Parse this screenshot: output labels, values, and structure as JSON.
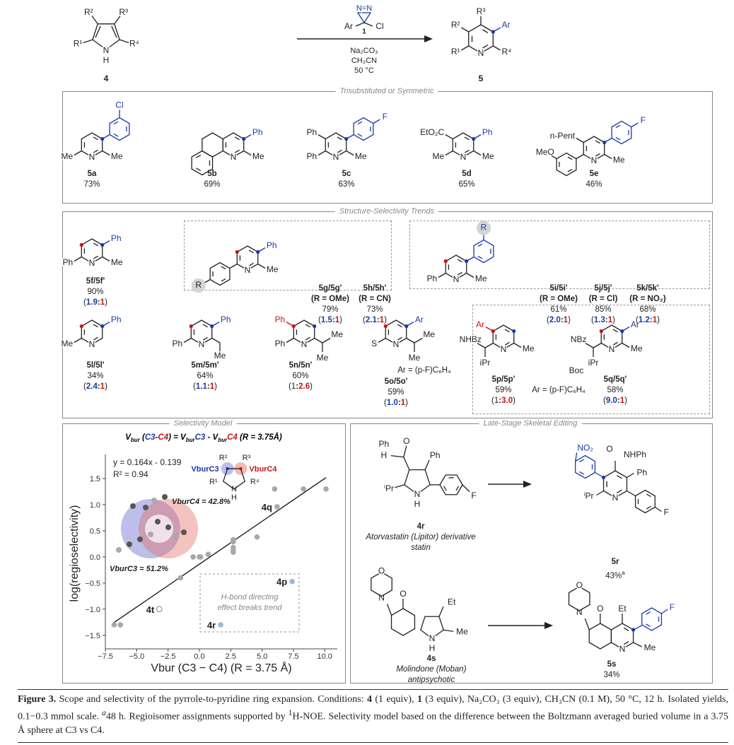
{
  "scheme": {
    "reactant": {
      "id": "4",
      "labels": {
        "R1": "R¹",
        "R2": "R²",
        "R3": "R³",
        "R4": "R⁴",
        "N": "N",
        "H": "H"
      }
    },
    "reagent": {
      "id": "1",
      "ar": "Ar",
      "cl": "Cl",
      "nn": "N=N"
    },
    "conditions": [
      "Na₂CO₃",
      "CH₃CN",
      "50 °C"
    ],
    "product": {
      "id": "5",
      "labels": {
        "R1": "R¹",
        "R2": "R²",
        "R3": "R³",
        "R4": "R⁴",
        "Ar": "Ar",
        "N": "N"
      }
    }
  },
  "sections": {
    "box1": "Trisubstituted or Symmetric",
    "box2": "Structure-Selectivity Trends",
    "box3": "Selectivity Model",
    "box4": "Late-Stage Skeletal Editing"
  },
  "compounds": {
    "c5a": {
      "id": "5a",
      "yield": "73%",
      "subs": [
        {
          "at": 1,
          "aryl": {
            "pos": "meta",
            "label": "Cl"
          },
          "color": "blue"
        },
        {
          "at": 2,
          "label": "Me"
        },
        {
          "at": 4,
          "label": "Me"
        }
      ],
      "dots": [
        {
          "at": 1,
          "color": "blue"
        }
      ]
    },
    "c5b": {
      "id": "5b",
      "yield": "69%",
      "subs": [
        {
          "at": 1,
          "label": "Ph",
          "color": "blue"
        },
        {
          "at": 2,
          "label": "Me"
        }
      ],
      "dots": [
        {
          "at": 1,
          "color": "blue"
        }
      ]
    },
    "c5c": {
      "id": "5c",
      "yield": "63%",
      "subs": [
        {
          "at": 1,
          "aryl": {
            "pos": "para",
            "label": "F"
          },
          "color": "blue"
        },
        {
          "at": 2,
          "label": "Me"
        },
        {
          "at": 4,
          "label": "Ph"
        },
        {
          "at": 5,
          "label": "Ph"
        }
      ],
      "dots": [
        {
          "at": 1,
          "color": "blue"
        }
      ]
    },
    "c5d": {
      "id": "5d",
      "yield": "65%",
      "subs": [
        {
          "at": 1,
          "label": "Ph",
          "color": "blue"
        },
        {
          "at": 2,
          "label": "Me"
        },
        {
          "at": 4,
          "label": "Me"
        },
        {
          "at": 5,
          "label": "EtO₂C"
        }
      ],
      "dots": [
        {
          "at": 1,
          "color": "blue"
        }
      ]
    },
    "c5e": {
      "id": "5e",
      "yield": "46%",
      "subs": [
        {
          "at": 1,
          "aryl": {
            "pos": "para",
            "label": "F"
          },
          "color": "blue"
        },
        {
          "at": 2,
          "label": "Me"
        },
        {
          "at": 4,
          "aryl": {
            "pos": "meta2",
            "label": "MeO"
          }
        },
        {
          "at": 5,
          "label": "n-Pent"
        }
      ],
      "dots": [
        {
          "at": 1,
          "color": "blue"
        }
      ]
    },
    "c5f": {
      "id": "5f/5f'",
      "yield": "90%",
      "ratio": [
        "1.9",
        "1"
      ],
      "subs": [
        {
          "at": 1,
          "label": "Ph",
          "color": "blue"
        },
        {
          "at": 2,
          "label": "Me"
        },
        {
          "at": 4,
          "label": "Ph"
        }
      ],
      "dots": [
        {
          "at": 1,
          "color": "blue"
        },
        {
          "at": 5,
          "color": "red"
        }
      ]
    },
    "c5g": {
      "id": "5g/5g'",
      "r": "(R = OMe)",
      "yield": "79%",
      "ratio": [
        "1.5",
        "1"
      ],
      "subs": [
        {
          "at": 1,
          "label": "Ph",
          "color": "blue"
        },
        {
          "at": 2,
          "label": "Me"
        },
        {
          "at": 4,
          "aryl": {
            "pos": "para",
            "label": "R",
            "circle": true
          }
        }
      ],
      "dots": [
        {
          "at": 1,
          "color": "blue"
        },
        {
          "at": 5,
          "color": "red"
        }
      ]
    },
    "c5h": {
      "id": "5h/5h'",
      "r": "(R = CN)",
      "yield": "73%",
      "ratio": [
        "2.1",
        "1"
      ]
    },
    "c5i": {
      "id": "5i/5i'",
      "r": "(R = OMe)",
      "yield": "61%",
      "ratio": [
        "2.0",
        "1"
      ],
      "subs": [
        {
          "at": 1,
          "aryl": {
            "pos": "meta",
            "label": "R",
            "circle": true
          },
          "color": "blue"
        },
        {
          "at": 2,
          "label": "Me"
        },
        {
          "at": 4,
          "label": "Ph"
        }
      ],
      "dots": [
        {
          "at": 1,
          "color": "blue"
        },
        {
          "at": 5,
          "color": "red"
        }
      ]
    },
    "c5j": {
      "id": "5j/5j'",
      "r": "(R = Cl)",
      "yield": "85%",
      "ratio": [
        "1.3",
        "1"
      ]
    },
    "c5k": {
      "id": "5k/5k'",
      "r": "(R = NO₂)",
      "yield": "68%",
      "ratio": [
        "1.2",
        "1"
      ]
    },
    "c5l": {
      "id": "5l/5l'",
      "yield": "34%",
      "ratio": [
        "2.4",
        "1"
      ],
      "subs": [
        {
          "at": 1,
          "label": "Ph",
          "color": "blue"
        },
        {
          "at": 4,
          "label": "Me"
        }
      ],
      "dots": [
        {
          "at": 1,
          "color": "blue"
        },
        {
          "at": 5,
          "color": "red"
        }
      ]
    },
    "c5m": {
      "id": "5m/5m'",
      "yield": "64%",
      "ratio": [
        "1.1",
        "1"
      ],
      "subs": [
        {
          "at": 1,
          "label": "Ph",
          "color": "blue"
        },
        {
          "at": 2,
          "branch": [
            "Me"
          ]
        },
        {
          "at": 4,
          "label": "Ph"
        }
      ],
      "dots": [
        {
          "at": 1,
          "color": "blue"
        },
        {
          "at": 5,
          "color": "red"
        }
      ]
    },
    "c5n": {
      "id": "5n/5n'",
      "yield": "60%",
      "ratio": [
        "1",
        "2.6"
      ],
      "ratio_left_plain": true,
      "subs": [
        {
          "at": 5,
          "label": "Ph",
          "color": "red"
        },
        {
          "at": 2,
          "branch": [
            "Me",
            "Me"
          ]
        },
        {
          "at": 4,
          "label": "Ph"
        }
      ],
      "dots": [
        {
          "at": 1,
          "color": "blue"
        },
        {
          "at": 5,
          "color": "red"
        }
      ]
    },
    "c5o": {
      "id": "5o/5o'",
      "yield": "59%",
      "ratio": [
        "1.0",
        "1"
      ],
      "ar_def": "Ar = (p-F)C₆H₄",
      "subs": [
        {
          "at": 1,
          "label": "Ar",
          "color": "blue"
        },
        {
          "at": 2,
          "branch": [
            "Me",
            "Me"
          ]
        },
        {
          "at": 4,
          "label": "S"
        }
      ],
      "dots": [
        {
          "at": 1,
          "color": "blue"
        },
        {
          "at": 5,
          "color": "red"
        }
      ]
    },
    "c5p": {
      "id": "5p/5p'",
      "yield": "59%",
      "ratio": [
        "1",
        "3.0"
      ],
      "ratio_left_plain": true,
      "subs": [
        {
          "at": 5,
          "label": "Ar",
          "color": "red"
        },
        {
          "at": 2,
          "label": "Me"
        },
        {
          "at": 4,
          "branch": [
            "iPr",
            "NHBz"
          ]
        }
      ],
      "dots": [
        {
          "at": 1,
          "color": "blue"
        },
        {
          "at": 5,
          "color": "red"
        }
      ]
    },
    "c5q": {
      "id": "5q/5q'",
      "yield": "58%",
      "ratio": [
        "9.0",
        "1"
      ],
      "boc": "Boc",
      "subs": [
        {
          "at": 1,
          "label": "Ar",
          "color": "blue"
        },
        {
          "at": 2,
          "label": "Me"
        },
        {
          "at": 4,
          "branch": [
            "iPr",
            "NBz"
          ]
        }
      ],
      "dots": [
        {
          "at": 1,
          "color": "blue"
        },
        {
          "at": 5,
          "color": "red"
        }
      ]
    },
    "ar_def_pq": "Ar = (p-F)C₆H₄"
  },
  "model": {
    "equation": {
      "a": "V",
      "a_sub": "bur",
      "b": " (",
      "c3": "C3",
      "dash": "-",
      "c4": "C4",
      "c": ") = ",
      "d": "V",
      "d_sub": "bur",
      "d_c3": "C3",
      "e": " - ",
      "f": "V",
      "f_sub": "bur",
      "f_c4": "C4",
      "g": " (R = 3.75Å)"
    },
    "fit_text": "y = 0.164x - 0.139",
    "r2_text": "R² = 0.94",
    "vbur_c3_label": "VburC3",
    "vbur_c4_label": "VburC4",
    "vbur_c4_value": "VburC4 = 42.8%",
    "vbur_c3_value": "VburC3 = 51.2%",
    "hbond_note": [
      "H-bond directing",
      "effect breaks trend"
    ],
    "pyrrole_labels": {
      "R1": "R¹",
      "R2": "R²",
      "R3": "R³",
      "R4": "R⁴",
      "N": "N",
      "H": "H"
    }
  },
  "chart_data": {
    "type": "scatter",
    "title": "Selectivity Model",
    "xlabel": "Vbur (C3 − C4) (R = 3.75 Å)",
    "ylabel": "log(regioselectivity)",
    "xlim": [
      -7.5,
      11
    ],
    "ylim": [
      -1.76,
      1.96
    ],
    "xticks": [
      -7.5,
      -5.0,
      -2.5,
      0.0,
      2.5,
      5.0,
      7.5,
      10.0
    ],
    "xtick_labels": [
      "−7.5",
      "−5.0",
      "−2.5",
      "0.0",
      "2.5",
      "5.0",
      "7.5",
      "10.0"
    ],
    "yticks": [
      -1.5,
      -1.0,
      -0.5,
      0.0,
      0.5,
      1.0,
      1.5
    ],
    "ytick_labels": [
      "−1.5",
      "−1.0",
      "−0.5",
      "0.0",
      "0.5",
      "1.0",
      "1.5"
    ],
    "grid": false,
    "fit": {
      "slope": 0.164,
      "intercept": -0.139,
      "x_range": [
        -6.9,
        10.1
      ]
    },
    "points": [
      {
        "x": -6.8,
        "y": -1.3
      },
      {
        "x": -6.3,
        "y": -1.3
      },
      {
        "x": -1.5,
        "y": -0.4
      },
      {
        "x": -0.5,
        "y": 0.0
      },
      {
        "x": 0.0,
        "y": 0.0
      },
      {
        "x": 0.1,
        "y": 0.0
      },
      {
        "x": 0.7,
        "y": 0.05
      },
      {
        "x": 2.7,
        "y": 0.33
      },
      {
        "x": 2.7,
        "y": 0.29
      },
      {
        "x": 2.7,
        "y": 0.18
      },
      {
        "x": 2.7,
        "y": 0.12
      },
      {
        "x": 2.7,
        "y": 0.09
      },
      {
        "x": 4.6,
        "y": 0.38
      },
      {
        "x": 6.0,
        "y": 1.3
      },
      {
        "x": 8.3,
        "y": 1.3
      },
      {
        "x": 10.1,
        "y": 1.3
      },
      {
        "x": 6.2,
        "y": 0.96,
        "label": "4q"
      },
      {
        "x": -3.2,
        "y": -1.0,
        "label": "4t",
        "style": "hollow"
      },
      {
        "x": 7.4,
        "y": -0.47,
        "label": "4p",
        "style": "outlier"
      },
      {
        "x": 1.7,
        "y": -1.3,
        "label": "4r",
        "style": "outlier"
      }
    ],
    "colors": {
      "point": "#a8a8a8",
      "outlier": "#9bb8dc",
      "line": "#111111"
    }
  },
  "late_stage": {
    "r4": {
      "id": "4r",
      "name": "Atorvastatin (Lipitor) derivative",
      "class": "statin",
      "labels": {
        "Ph": "Ph",
        "HN": "H",
        "N": "N",
        "O": "O",
        "NH": "N",
        "iPr": "ⁱPr",
        "Ph2": "Ph",
        "F": "F",
        "H": "H"
      }
    },
    "r5": {
      "id": "5r",
      "yield": "43%",
      "note": "a",
      "labels": {
        "NO2": "NO₂",
        "NHPh": "NHPh",
        "O": "O",
        "Ph": "Ph",
        "iPr": "ⁱPr",
        "N": "N",
        "F": "F"
      }
    },
    "s4": {
      "id": "4s",
      "name": "Molindone (Moban)",
      "class": "antipsychotic",
      "labels": {
        "O": "O",
        "N": "N",
        "Om": "O",
        "Et": "Et",
        "Me": "Me",
        "NH": "N",
        "H": "H"
      }
    },
    "s5": {
      "id": "5s",
      "yield": "34%",
      "labels": {
        "O": "O",
        "N": "N",
        "Om": "O",
        "Et": "Et",
        "Me": "Me",
        "Np": "N",
        "F": "F"
      }
    }
  },
  "colors": {
    "blue": "#1a3aa8",
    "red": "#c81414",
    "gray_circle": "#d4d4d4"
  },
  "caption": {
    "label": "Figure 3.",
    "text": " Scope and selectivity of the pyrrole-to-pyridine ring expansion. Conditions: ",
    "b4": "4",
    "t2": " (1 equiv), ",
    "b1": "1",
    "t3": " (3 equiv), Na₂CO₃ (3 equiv), CH₃CN (0.1 M), 50 °C, 12 h. Isolated yields, 0.1−0.3 mmol scale. ",
    "sup_a": "a",
    "t4": "48 h. Regioisomer assignments supported by ",
    "sup_1": "1",
    "t5": "H-NOE. Selectivity model based on the difference between the Boltzmann averaged buried volume in a 3.75 Å sphere at C3 vs C4."
  }
}
